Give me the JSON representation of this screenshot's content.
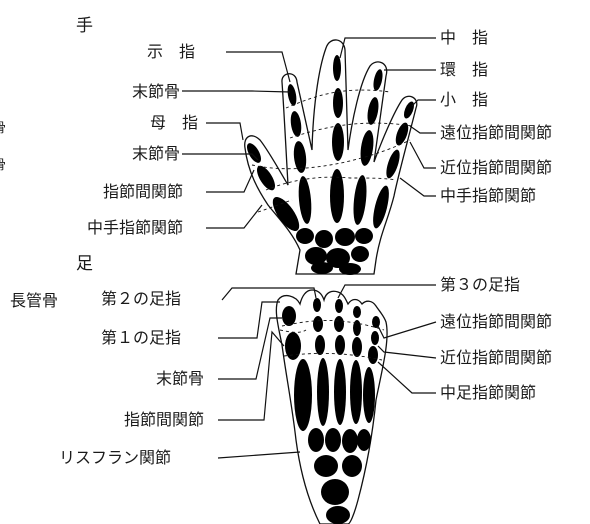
{
  "hand": {
    "title": "手",
    "labels": {
      "index_finger": "示　指",
      "distal_phalanx": "末節骨",
      "thumb": "母　指",
      "distal_phalanx_thumb": "末節骨",
      "ip_joint": "指節間関節",
      "mcp_joint": "中手指節関節",
      "middle_finger": "中　指",
      "ring_finger": "環　指",
      "little_finger": "小　指",
      "dip_joint": "遠位指節間関節",
      "pip_joint": "近位指節間関節",
      "mcp_joint_right": "中手指節関節"
    }
  },
  "foot": {
    "title": "足",
    "labels": {
      "long_bone": "長管骨",
      "second_toe": "第２の足指",
      "first_toe": "第１の足指",
      "distal_phalanx": "末節骨",
      "ip_joint": "指節間関節",
      "lisfranc_joint": "リスフラン関節",
      "third_toe": "第３の足指",
      "dip_joint": "遠位指節間関節",
      "pip_joint": "近位指節間関節",
      "mtp_joint": "中足指節関節"
    }
  },
  "edge_fragments": {
    "top": "骨",
    "bottom": "骨"
  }
}
